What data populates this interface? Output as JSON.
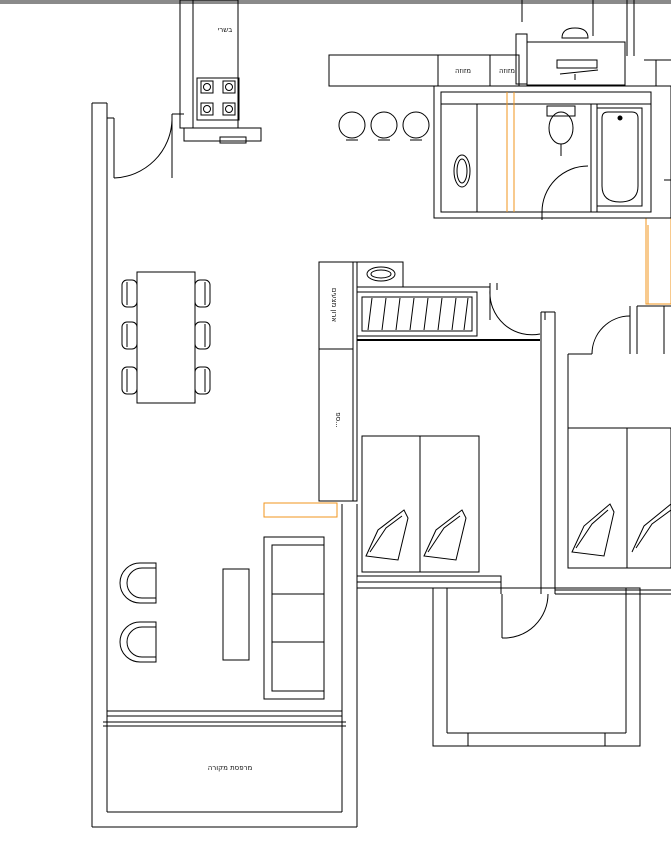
{
  "plan": {
    "labels": {
      "meat": "בשרי",
      "mezuza_1": "מזוזה",
      "mezuza_2": "מזוזה",
      "covered_balcony": "מרפסת מקורה",
      "storage_column": "ארון מצעים",
      "closet_column": "ספ..."
    },
    "colors": {
      "wall": "#000000",
      "highlight": "#f0961e",
      "top_bar": "#8a8a8a"
    }
  }
}
